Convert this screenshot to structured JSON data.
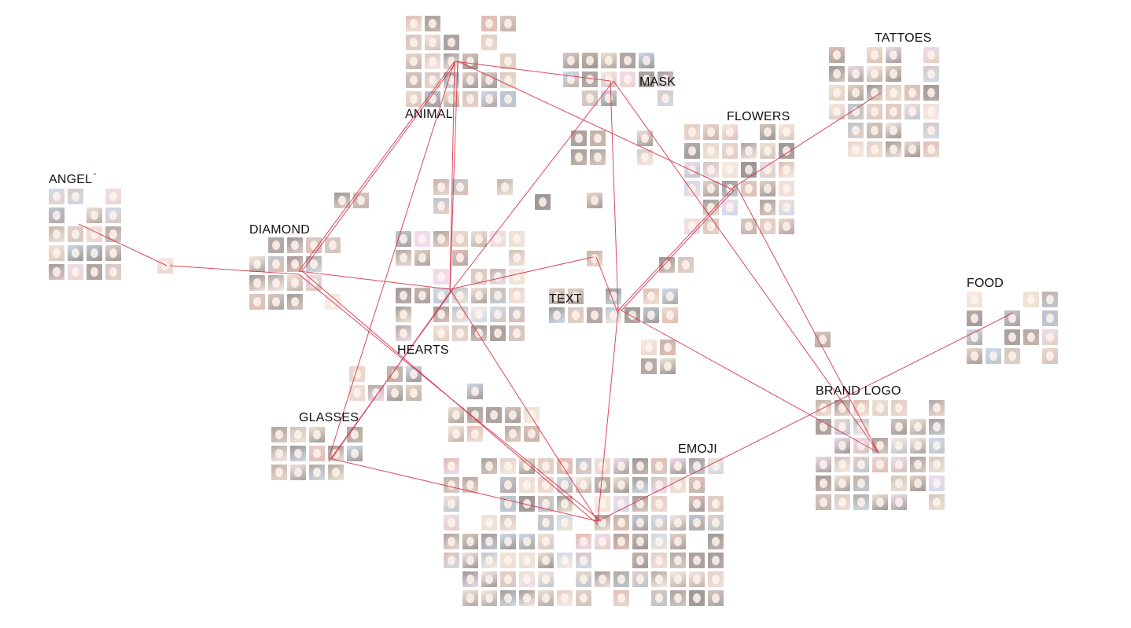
{
  "diagram": {
    "line_color": "#d8344a",
    "clusters": [
      {
        "id": "angel",
        "label": "ANGEL",
        "dot": "#b9a0d8"
      },
      {
        "id": "diamond",
        "label": "DIAMOND"
      },
      {
        "id": "animal",
        "label": "ANIMAL"
      },
      {
        "id": "mask",
        "label": "MASK"
      },
      {
        "id": "flowers",
        "label": "FLOWERS"
      },
      {
        "id": "tattoes",
        "label": "TATTOES"
      },
      {
        "id": "hearts",
        "label": "HEARTS"
      },
      {
        "id": "text",
        "label": "TEXT"
      },
      {
        "id": "food",
        "label": "FOOD"
      },
      {
        "id": "brand_logo",
        "label": "BRAND LOGO"
      },
      {
        "id": "glasses",
        "label": "GLASSES"
      },
      {
        "id": "emoji",
        "label": "EMOJI"
      }
    ],
    "thumbnail_palette": [
      "#8a6b5c",
      "#c9a18d",
      "#5b4a44",
      "#e3c2b5",
      "#a98c7e",
      "#3f3330",
      "#d8b0a0",
      "#b5948a",
      "#9fb7d6",
      "#e0b8d8",
      "#6b5650",
      "#f0d6c8",
      "#7d8fa3",
      "#c47f6f",
      "#4a3b38",
      "#dcc7a8"
    ]
  }
}
